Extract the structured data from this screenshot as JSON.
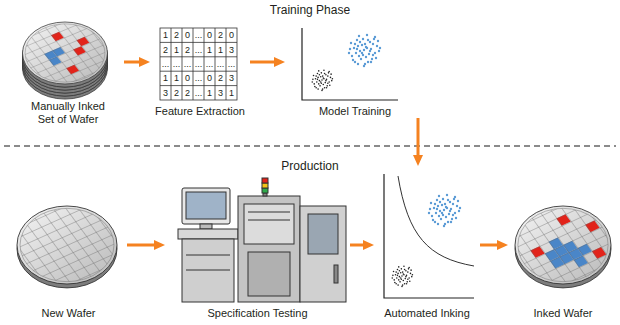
{
  "diagram": {
    "nodes": [
      {
        "text": [
          "Manually Inked Set of Wafer"
        ]
      },
      {
        "text": [
          "Feature Extraction"
        ]
      },
      {
        "text": [
          "Model Training"
        ]
      },
      {
        "text": [
          "New Wafer"
        ]
      },
      {
        "text": [
          "Specification Testing"
        ]
      },
      {
        "text": [
          "Automated Inking"
        ]
      },
      {
        "text": [
          "Inked Wafer"
        ]
      }
    ],
    "edges": [
      {
        "from": 0,
        "to": 1,
        "arrow": "to"
      },
      {
        "from": 1,
        "to": 2,
        "arrow": "to"
      },
      {
        "from": 2,
        "to": 5,
        "arrow": "to"
      },
      {
        "from": 3,
        "to": 4,
        "arrow": "to"
      },
      {
        "from": 4,
        "to": 5,
        "arrow": "to"
      },
      {
        "from": 5,
        "to": 6,
        "arrow": "to"
      }
    ],
    "labels": [
      "Training Phase",
      "Production",
      "1",
      "2",
      "0",
      "...",
      "0",
      "2",
      "0",
      "2",
      "1",
      "2",
      "...",
      "1",
      "1",
      "3",
      "...",
      "...",
      "...",
      "...",
      "...",
      "...",
      "...",
      "1",
      "1",
      "0",
      "...",
      "0",
      "2",
      "3",
      "3",
      "2",
      "2",
      "...",
      "1",
      "3",
      "1"
    ]
  }
}
